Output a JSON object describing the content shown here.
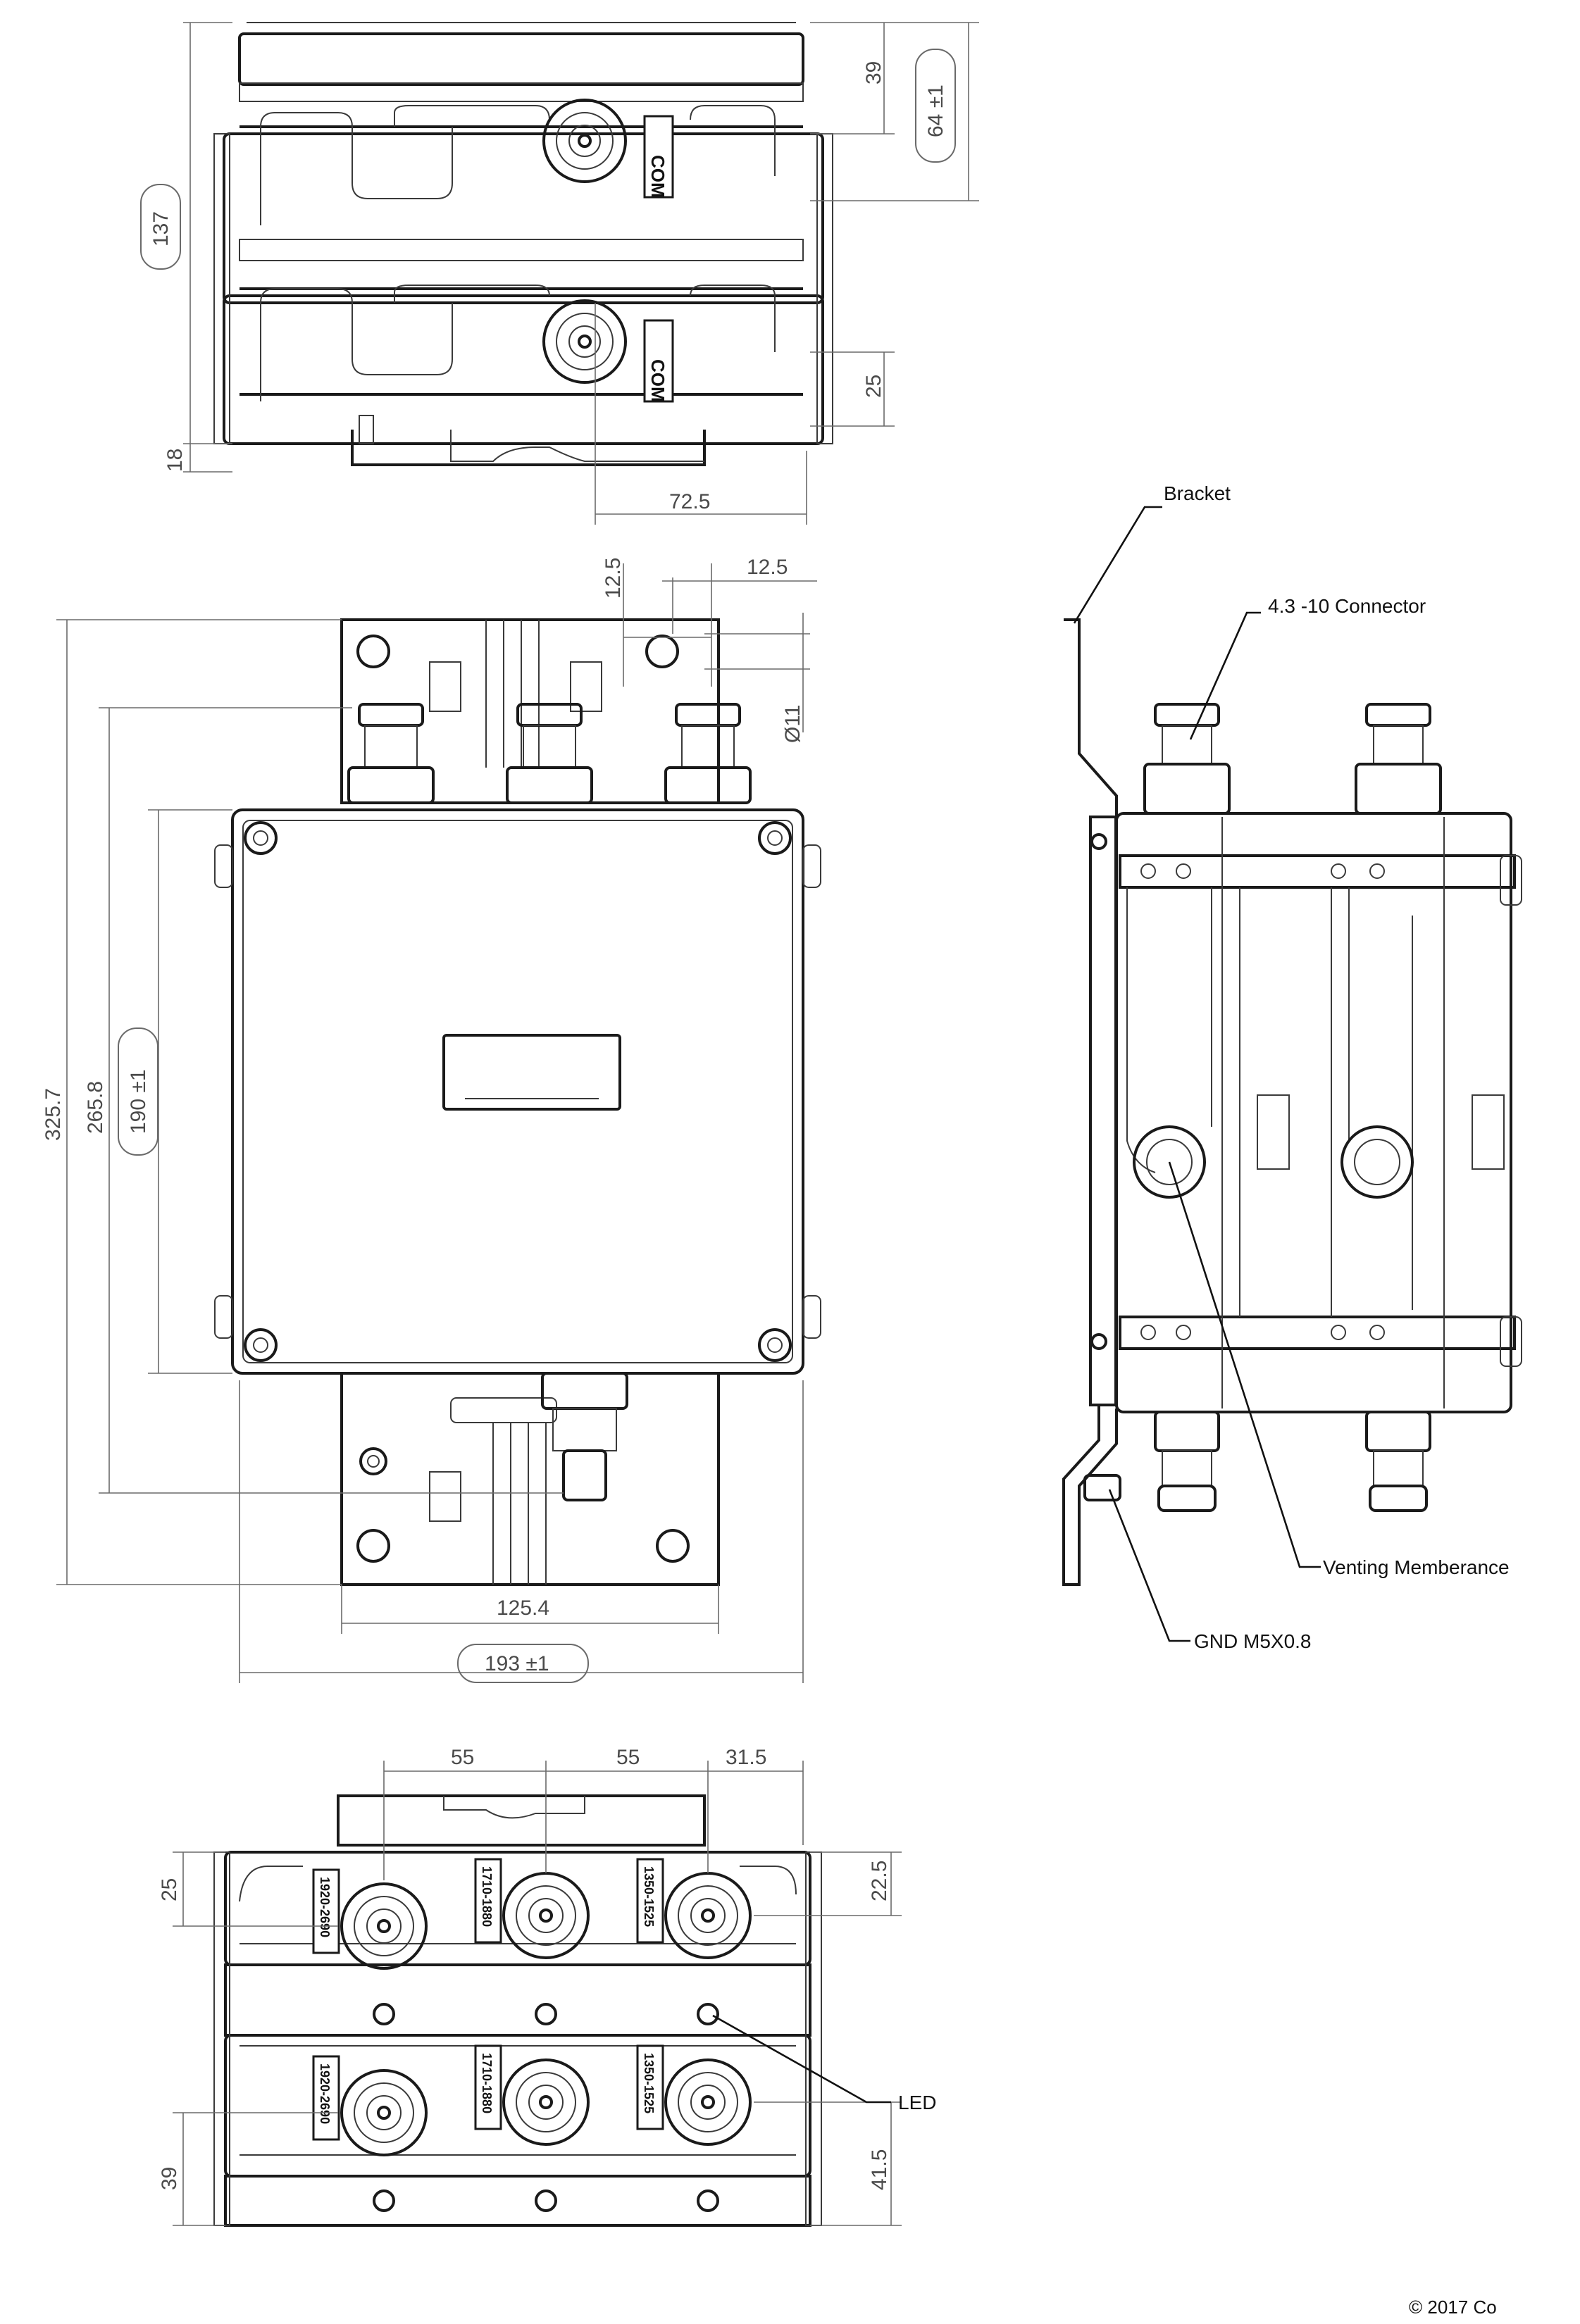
{
  "top_view": {
    "dim_39": "39",
    "dim_64": "64 ±1",
    "dim_137": "137",
    "dim_25": "25",
    "dim_18": "18",
    "dim_72_5": "72.5",
    "port_label_upper": "COM",
    "port_label_lower": "COM"
  },
  "front_view": {
    "dim_12_5_v": "12.5",
    "dim_12_5_h": "12.5",
    "dim_hole": "Ø11",
    "dim_325_7": "325.7",
    "dim_265_8": "265.8",
    "dim_190": "190 ±1",
    "dim_125_4": "125.4",
    "dim_193": "193 ±1"
  },
  "side_view": {
    "callout_bracket": "Bracket",
    "callout_connector": "4.3 -10 Connector",
    "callout_venting": "Venting Memberance",
    "callout_gnd": "GND M5X0.8"
  },
  "bottom_view": {
    "dim_55_a": "55",
    "dim_55_b": "55",
    "dim_31_5": "31.5",
    "dim_25": "25",
    "dim_22_5": "22.5",
    "dim_39": "39",
    "dim_41_5": "41.5",
    "callout_led": "LED",
    "band_labels": [
      "1920-2690",
      "1710-1880",
      "1350-1525"
    ]
  },
  "footer": {
    "copyright": "© 2017 Co"
  },
  "colors": {
    "outline": "#1a1a1a",
    "dimension": "#6a6a6a",
    "background": "#ffffff"
  }
}
